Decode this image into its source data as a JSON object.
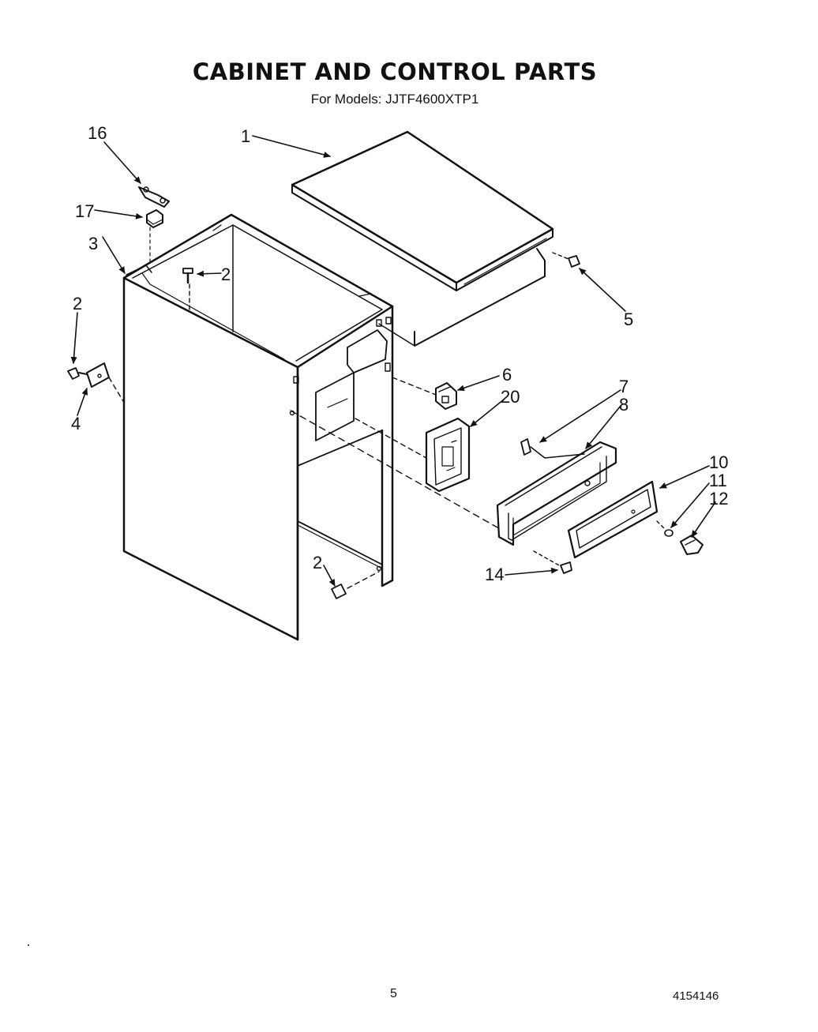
{
  "title": "CABINET AND CONTROL PARTS",
  "subtitle": "For Models: JJTF4600XTP1",
  "callouts": {
    "p1": "1",
    "p2a": "2",
    "p2b": "2",
    "p2c": "2",
    "p3": "3",
    "p4": "4",
    "p5": "5",
    "p6": "6",
    "p7": "7",
    "p8": "8",
    "p10": "10",
    "p11": "11",
    "p12": "12",
    "p14": "14",
    "p16": "16",
    "p17": "17",
    "p20": "20"
  },
  "footer": {
    "page_number": "5",
    "doc_code": "4154146"
  }
}
